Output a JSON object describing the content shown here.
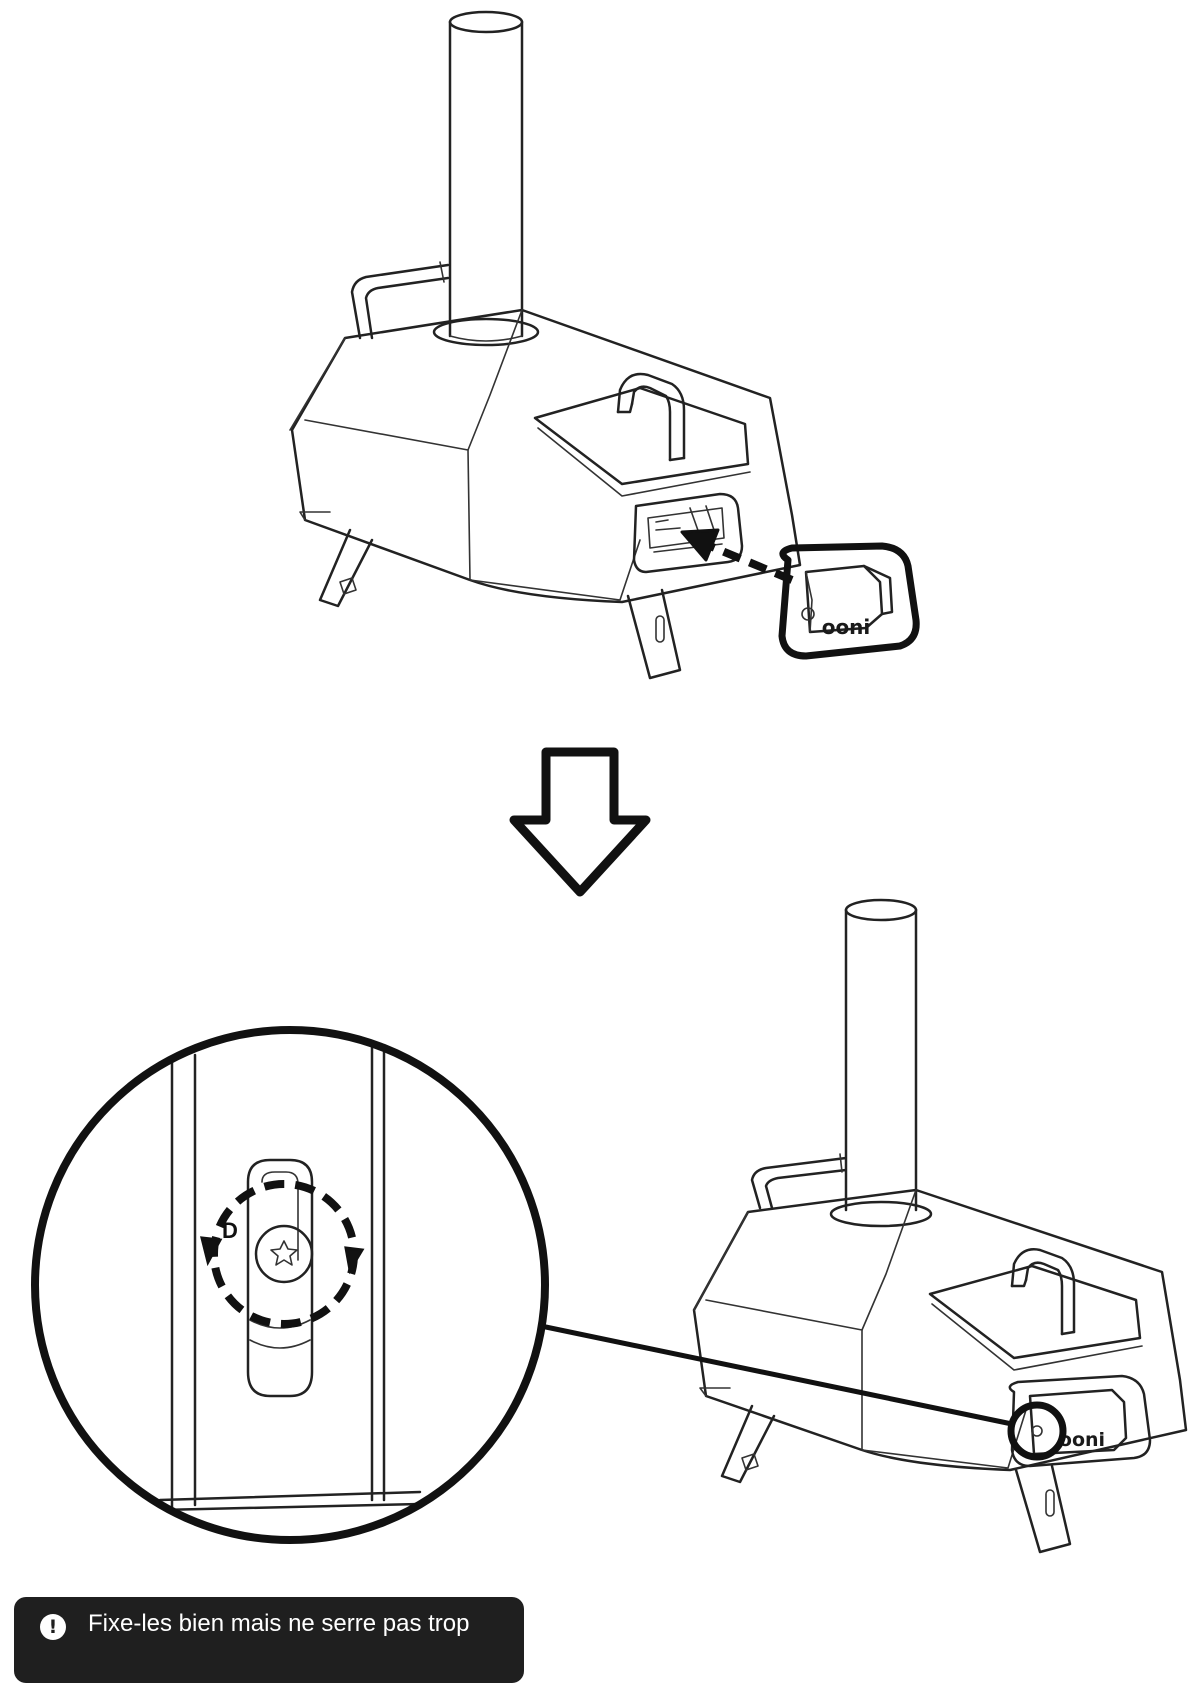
{
  "brand": {
    "logo_text": "ooni"
  },
  "detail": {
    "direction_label": "D"
  },
  "note": {
    "icon": "exclamation-circle-icon",
    "icon_glyph": "!",
    "text": "Fixe-les bien mais ne serre pas trop"
  },
  "colors": {
    "line": "#222222",
    "note_background": "#1f1f1f",
    "note_text": "#ffffff"
  }
}
